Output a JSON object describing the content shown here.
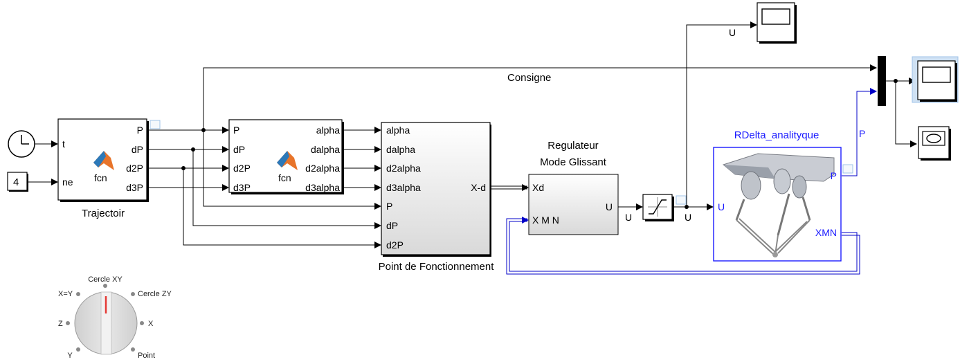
{
  "clock": {
    "name": "Clock"
  },
  "constant": {
    "value": "4"
  },
  "trajectoir": {
    "label": "Trajectoir",
    "fcn": "fcn",
    "inputs": [
      "t",
      "ne"
    ],
    "outputs": [
      "P",
      "dP",
      "d2P",
      "d3P"
    ]
  },
  "fcn2": {
    "fcn": "fcn",
    "inputs": [
      "P",
      "dP",
      "d2P",
      "d3P"
    ],
    "outputs": [
      "alpha",
      "dalpha",
      "d2alpha",
      "d3alpha"
    ]
  },
  "point_fonct": {
    "label": "Point de Fonctionnement",
    "inputs": [
      "alpha",
      "dalpha",
      "d2alpha",
      "d3alpha",
      "P",
      "dP",
      "d2P"
    ],
    "output": "X-d"
  },
  "regulateur": {
    "label_line1": "Regulateur",
    "label_line2": "Mode Glissant",
    "inputs": [
      "Xd",
      "X M N"
    ],
    "output": "U"
  },
  "rdelta": {
    "label": "RDelta_analityque",
    "input": "U",
    "outputs": [
      "P",
      "XMN"
    ]
  },
  "signals": {
    "consigne": "Consigne",
    "u_top": "U",
    "u_reg_out": "U",
    "u_sat_out": "U",
    "p_out": "P"
  },
  "rotary_switch": {
    "positions": [
      "Cercle XY",
      "Cercle ZY",
      "X",
      "Point",
      "Y",
      "Z",
      "X=Y"
    ]
  },
  "colors": {
    "subsystem_blue": "#1a1aff",
    "scope_highlight": "#9fc3e8",
    "knob_needle": "#e53935"
  }
}
